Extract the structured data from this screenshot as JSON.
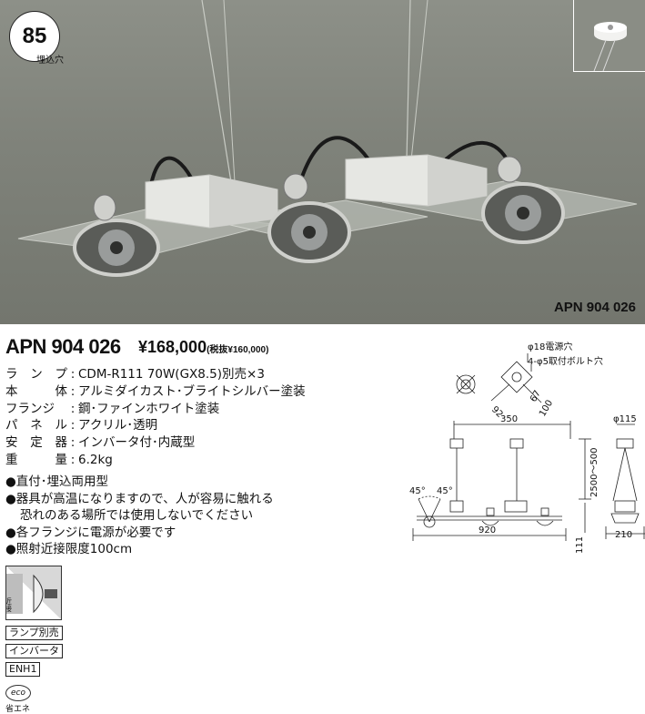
{
  "badge": {
    "number": "85",
    "caption": "埋込穴"
  },
  "photo_code": "APN 904 026",
  "product": {
    "code": "APN 904 026",
    "price": "¥168,000",
    "price_tax": "(税抜¥160,000)"
  },
  "specs": [
    {
      "key": "ランプ",
      "value": "CDM-R111 70W(GX8.5)別売×3"
    },
    {
      "key": "本体",
      "value": "アルミダイカスト･ブライトシルバー塗装"
    },
    {
      "key": "フランジ",
      "value": "鋼･ファインホワイト塗装"
    },
    {
      "key": "パネル",
      "value": "アクリル･透明"
    },
    {
      "key": "安定器",
      "value": "インバータ付･内蔵型"
    },
    {
      "key": "重量",
      "value": "6.2kg"
    }
  ],
  "notes": [
    "●直付･埋込両用型",
    "●器具が高温になりますので、人が容易に触れる",
    "恐れのある場所では使用しないでください",
    "●各フランジに電源が必要です",
    "●照射近接限度100cm"
  ],
  "icon_label": "近接",
  "tags": [
    "ランプ別売",
    "インバータ",
    "ENH1"
  ],
  "eco": {
    "mark": "eco",
    "text": "省エネ"
  },
  "diagram": {
    "hole_label": "φ18電源穴",
    "bolt_label": "4-φ5取付ボルト穴",
    "dim_92": "92",
    "dim_67": "67",
    "dim_100": "100",
    "dim_350": "350",
    "dim_phi115": "φ115",
    "dim_hang": "2500～500",
    "dim_45a": "45°",
    "dim_45b": "45°",
    "dim_920": "920",
    "dim_111": "111",
    "dim_210": "210"
  }
}
